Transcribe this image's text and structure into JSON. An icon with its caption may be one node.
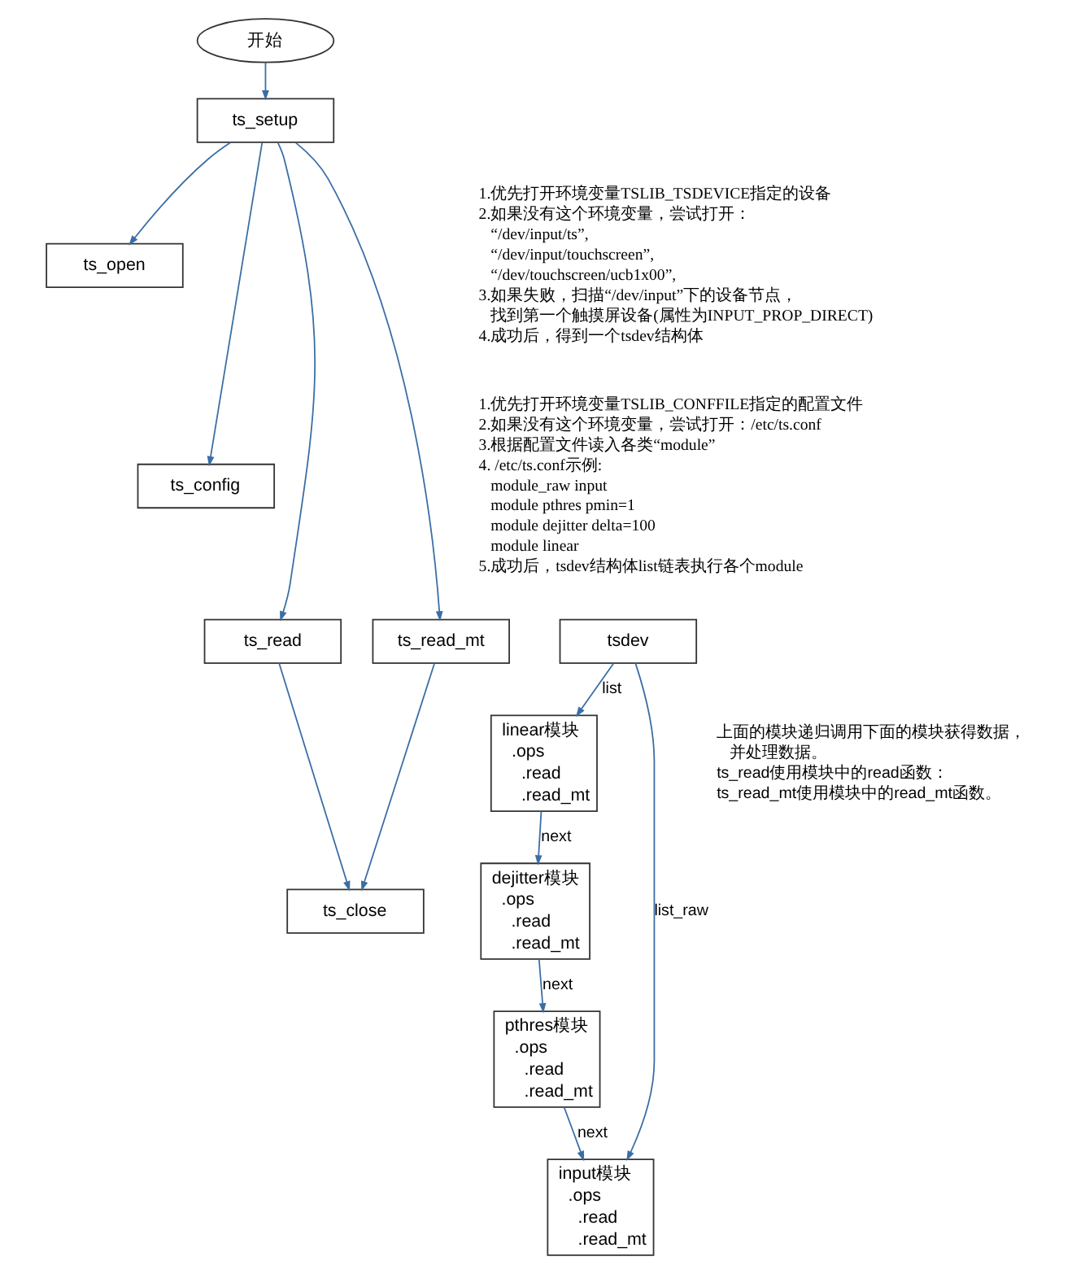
{
  "diagram": {
    "nodes": [
      {
        "text": [
          "开始"
        ]
      },
      {
        "text": [
          "ts_setup"
        ]
      },
      {
        "text": [
          "ts_open"
        ],
        "beside": [
          "1.优先打开环境变量TSLIB_TSDEVICE指定的设备",
          "2.如果没有这个环境变量，尝试打开：",
          "“/dev/input/ts”,",
          "“/dev/input/touchscreen”,",
          "“/dev/touchscreen/ucb1x00”,",
          "3.如果失败，扫描“/dev/input”下的设备节点，找到第一个触摸屏设备(属性为INPUT_PROP_DIRECT)",
          "4.成功后，得到一个tsdev结构体"
        ]
      },
      {
        "text": [
          "ts_config"
        ],
        "beside": [
          "1.优先打开环境变量TSLIB_CONFFILE指定的配置文件",
          "2.如果没有这个环境变量，尝试打开：/etc/ts.conf",
          "3.根据配置文件读入各类“module”",
          "4. /etc/ts.conf示例:",
          "module_raw input",
          "module pthres pmin=1",
          "module dejitter delta=100",
          "module linear",
          "5.成功后，tsdev结构体list链表执行各个module"
        ]
      },
      {
        "text": [
          "ts_read"
        ]
      },
      {
        "text": [
          "ts_read_mt"
        ]
      },
      {
        "text": [
          "ts_close"
        ]
      },
      {
        "text": [
          "tsdev"
        ]
      },
      {
        "text": [
          "linear模块",
          ".ops",
          ".read",
          ".read_mt"
        ]
      },
      {
        "text": [
          "dejitter模块",
          ".ops",
          ".read",
          ".read_mt"
        ]
      },
      {
        "text": [
          "pthres模块",
          ".ops",
          ".read",
          ".read_mt"
        ]
      },
      {
        "text": [
          "input模块",
          ".ops",
          ".read",
          ".read_mt"
        ]
      }
    ],
    "edges": [
      {
        "from": 0,
        "to": 1,
        "arrow": "to"
      },
      {
        "from": 1,
        "to": 2,
        "arrow": "to"
      },
      {
        "from": 1,
        "to": 3,
        "arrow": "to"
      },
      {
        "from": 1,
        "to": 4,
        "arrow": "to"
      },
      {
        "from": 1,
        "to": 5,
        "arrow": "to"
      },
      {
        "from": 4,
        "to": 6,
        "arrow": "to"
      },
      {
        "from": 5,
        "to": 6,
        "arrow": "to"
      },
      {
        "from": 7,
        "to": 8,
        "arrow": "to",
        "label": "list"
      },
      {
        "from": 7,
        "to": 11,
        "arrow": "to",
        "label": "list_raw"
      },
      {
        "from": 8,
        "to": 9,
        "arrow": "to",
        "label": "next"
      },
      {
        "from": 9,
        "to": 10,
        "arrow": "to",
        "label": "next"
      },
      {
        "from": 10,
        "to": 11,
        "arrow": "to",
        "label": "next"
      }
    ],
    "labels": [
      "上面的模块递归调用下面的模块获得数据，并处理数据。",
      "ts_read使用模块中的read函数：",
      "ts_read_mt使用模块中的read_mt函数。"
    ]
  }
}
